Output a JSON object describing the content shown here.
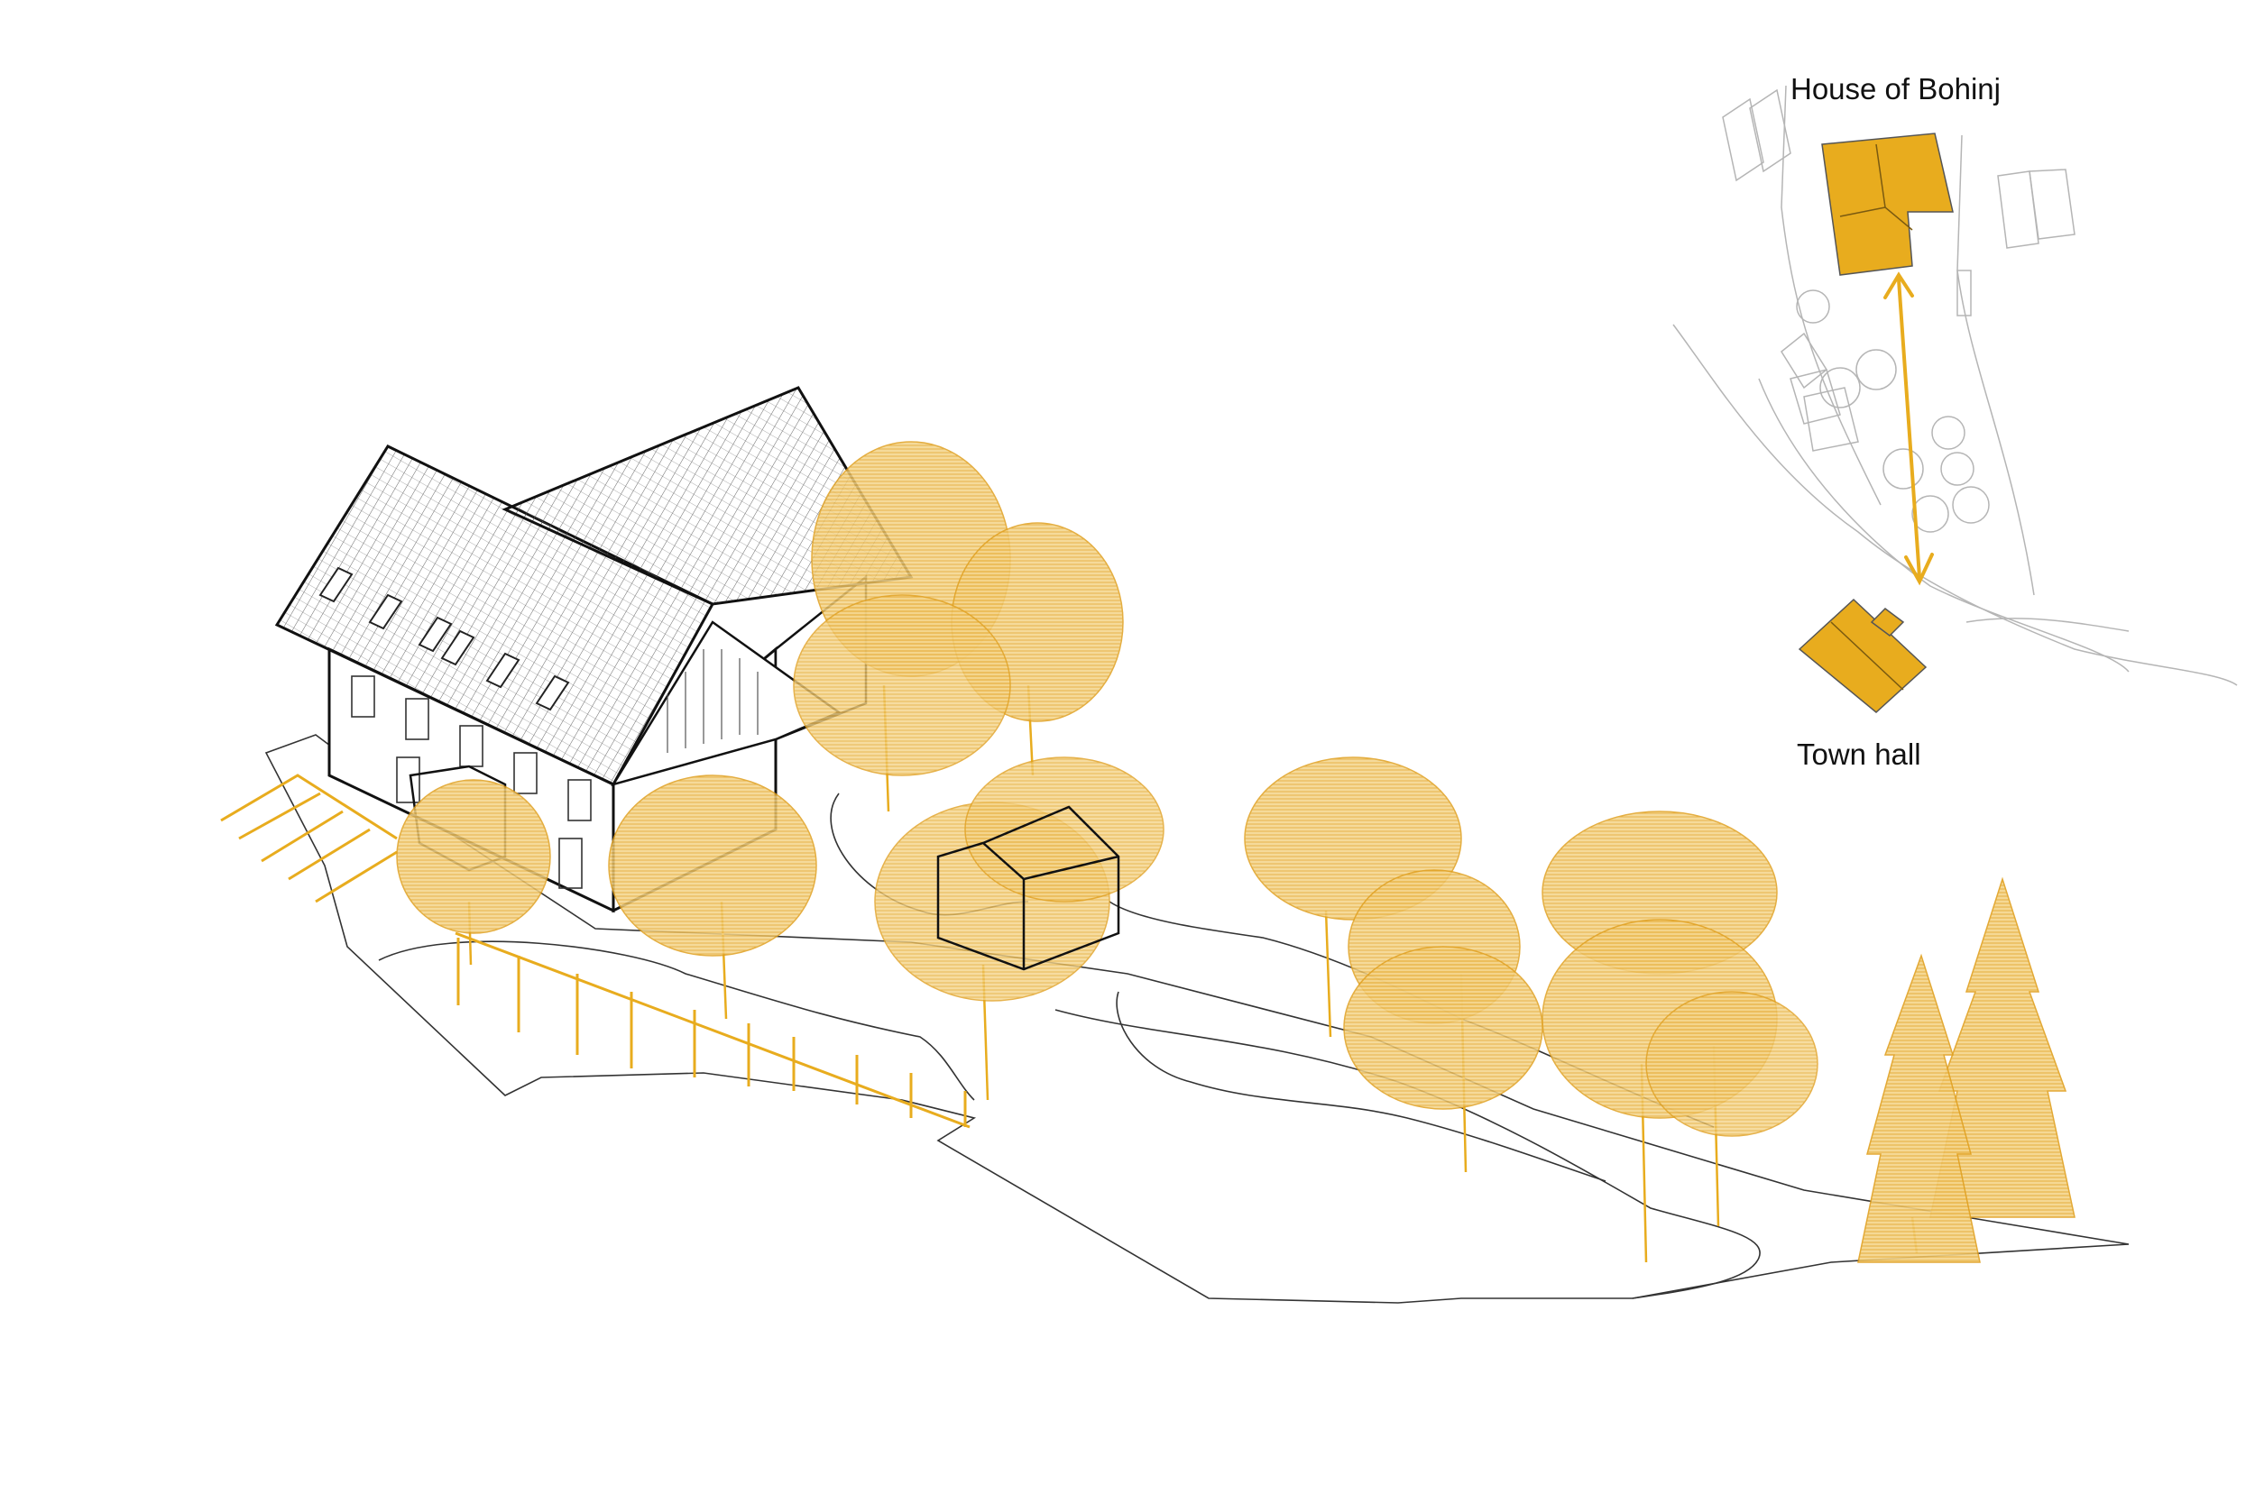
{
  "labels": {
    "house_of_bohinj": "House of Bohinj",
    "town_hall": "Town hall"
  },
  "colors": {
    "accent": "#e8ac1e",
    "tree_fill": "#f2cc73",
    "tree_dark": "#e7a92a",
    "line": "#222222",
    "thin_line": "#777777",
    "light_line": "#b5b5b5",
    "background": "#ffffff"
  },
  "icons": {
    "arrow": "double-headed-arrow"
  }
}
